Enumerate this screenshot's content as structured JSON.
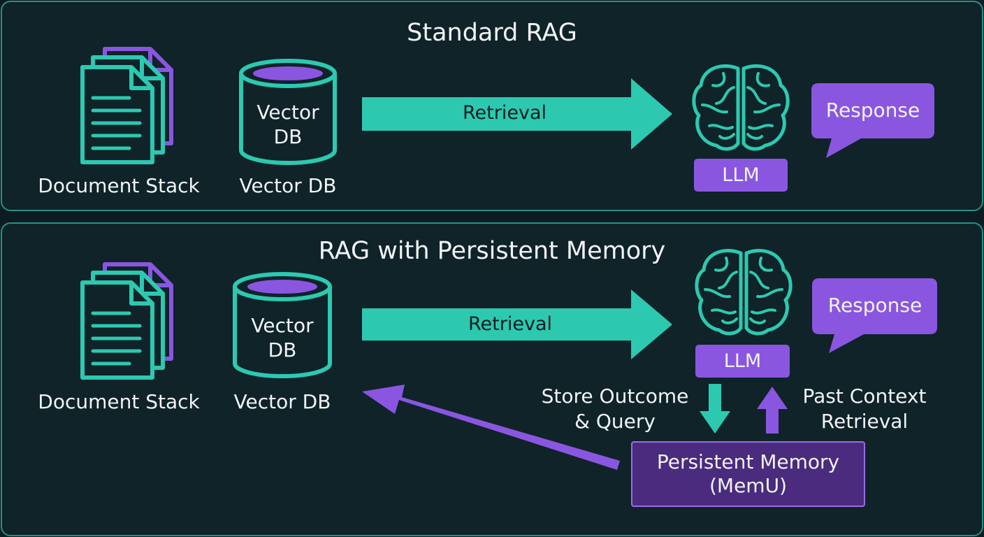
{
  "standard": {
    "title": "Standard RAG",
    "doc_label": "Document Stack",
    "db_inner": [
      "Vector",
      "DB"
    ],
    "db_label": "Vector DB",
    "arrow_label": "Retrieval",
    "llm_label": "LLM",
    "response_label": "Response"
  },
  "persistent": {
    "title": "RAG with Persistent Memory",
    "doc_label": "Document Stack",
    "db_inner": [
      "Vector",
      "DB"
    ],
    "db_label": "Vector DB",
    "arrow_label": "Retrieval",
    "llm_label": "LLM",
    "response_label": "Response",
    "store_label": [
      "Store Outcome",
      "& Query"
    ],
    "past_label": [
      "Past Context",
      "Retrieval"
    ],
    "memory_label": [
      "Persistent Memory",
      "(MemU)"
    ]
  },
  "colors": {
    "teal": "#2cc9b0",
    "purple": "#8a56e0",
    "memory_fill": "#4a2b7d",
    "panel_border": "#2a8f86"
  },
  "icons": [
    "document-stack-icon",
    "database-icon",
    "brain-icon",
    "speech-bubble-icon"
  ]
}
